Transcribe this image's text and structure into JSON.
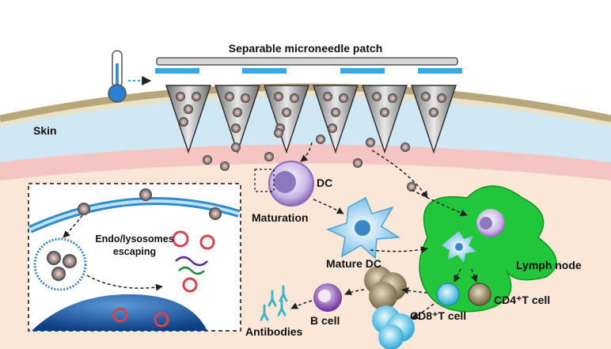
{
  "labels": {
    "title": "Separable microneedle patch",
    "skin": "Skin",
    "dc": "DC",
    "maturation": "Maturation",
    "endo_line1": "Endo/lysosomes",
    "endo_line2": "escaping",
    "mature_dc": "Mature DC",
    "lymph_node": "Lymph  node",
    "cd4": "CD4⁺T cell",
    "cd8": "CD8⁺T cell",
    "b_cell": "B cell",
    "antibodies": "Antibodies"
  },
  "icons": {
    "thermometer": "thermometer-icon",
    "nanoparticle": "nanoparticle-icon",
    "antibody": "antibody-icon"
  },
  "colors": {
    "skin_top": "#d8c9a6",
    "dermis": "#f6c6c2",
    "tissue": "#fbe6d6",
    "lymph_node": "#2ecf3a",
    "dc_purple": "#9b7ec8",
    "mature_dc": "#7ec4e8",
    "cd4": "#8b7a55",
    "cd8": "#3ab8e0",
    "b_cell": "#7b3ea8",
    "nucleus": "#1f5fb0"
  }
}
